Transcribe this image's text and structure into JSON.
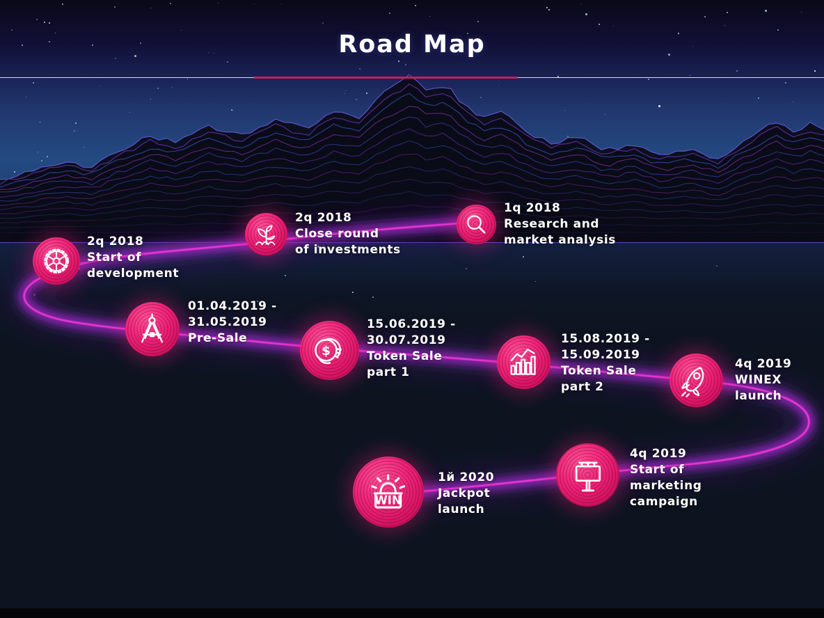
{
  "page": {
    "title": "Road Map"
  },
  "colors": {
    "badge_pink": "#ec1a6e",
    "path_core": "#ff3ae0",
    "path_glow_mid": "#a928c8",
    "path_glow_outer": "#5f1d8f",
    "underline_pink": "#c51e5f",
    "sky_blue": "#234b82",
    "background_dark": "#0d1420",
    "text": "#ffffff"
  },
  "milestones": [
    {
      "id": "research",
      "icon": "magnifier-icon",
      "date_lines": [
        "1q 2018"
      ],
      "label_lines": [
        "Research and",
        "market analysis"
      ]
    },
    {
      "id": "close-round",
      "icon": "sprout-icon",
      "date_lines": [
        "2q 2018"
      ],
      "label_lines": [
        "Close round",
        "of investments"
      ]
    },
    {
      "id": "start-development",
      "icon": "gear-icon",
      "date_lines": [
        "2q 2018"
      ],
      "label_lines": [
        "Start of",
        "development"
      ]
    },
    {
      "id": "pre-sale",
      "icon": "compass-icon",
      "date_lines": [
        "01.04.2019 -",
        "31.05.2019"
      ],
      "label_lines": [
        "Pre-Sale"
      ]
    },
    {
      "id": "token-sale-1",
      "icon": "coins-icon",
      "date_lines": [
        "15.06.2019 -",
        "30.07.2019"
      ],
      "label_lines": [
        "Token Sale",
        "part 1"
      ]
    },
    {
      "id": "token-sale-2",
      "icon": "bar-chart-icon",
      "date_lines": [
        "15.08.2019 -",
        "15.09.2019"
      ],
      "label_lines": [
        "Token Sale",
        "part 2"
      ]
    },
    {
      "id": "winex-launch",
      "icon": "rocket-icon",
      "date_lines": [
        "4q 2019"
      ],
      "label_lines": [
        "WINEX",
        "launch"
      ]
    },
    {
      "id": "marketing-campaign",
      "icon": "billboard-icon",
      "date_lines": [
        "4q 2019"
      ],
      "label_lines": [
        "Start of",
        "marketing",
        "campaign"
      ]
    },
    {
      "id": "jackpot-launch",
      "icon": "win-siren-icon",
      "date_lines": [
        "1й 2020"
      ],
      "label_lines": [
        "Jackpot",
        "launch"
      ]
    }
  ]
}
